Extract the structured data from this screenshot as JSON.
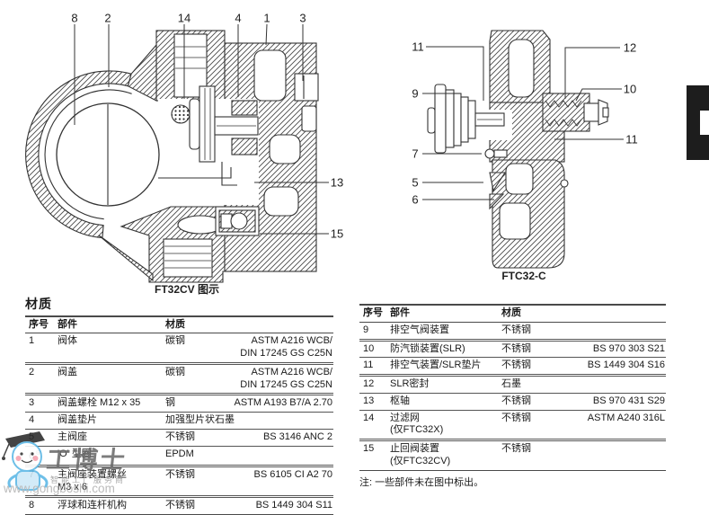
{
  "figures": {
    "ft32cv": {
      "caption": "FT32CV 图示",
      "callouts": [
        "8",
        "2",
        "14",
        "4",
        "1",
        "3",
        "13",
        "15"
      ]
    },
    "ftc32c": {
      "caption": "FTC32-C",
      "callouts": [
        "11",
        "9",
        "7",
        "5",
        "6",
        "12",
        "10",
        "11"
      ]
    }
  },
  "materials": {
    "title": "材质",
    "columns": {
      "no": "序号",
      "part": "部件",
      "material": "材质"
    },
    "left_rows": [
      {
        "no": "1",
        "part": [
          "阀体"
        ],
        "material": "碳钢",
        "spec": [
          "ASTM A216 WCB/",
          "DIN 17245 GS C25N"
        ],
        "dbl": true
      },
      {
        "no": "2",
        "part": [
          "阀盖"
        ],
        "material": "碳钢",
        "spec": [
          "ASTM A216 WCB/",
          "DIN 17245 GS C25N"
        ],
        "dbl": true
      },
      {
        "no": "3",
        "part": [
          "阀盖螺栓 M12 x 35"
        ],
        "material": "钢",
        "spec": [
          "ASTM A193 B7/A 2.70"
        ]
      },
      {
        "no": "4",
        "part": [
          "阀盖垫片"
        ],
        "material": "加强型片状石墨",
        "spec": []
      },
      {
        "no": "5",
        "part": [
          "主阀座"
        ],
        "material": "不锈钢",
        "spec": [
          "BS 3146 ANC 2"
        ]
      },
      {
        "no": "6",
        "sym": "⊛",
        "part": [
          "'O' 型圈"
        ],
        "material": "EPDM",
        "spec": [],
        "dbl": true
      },
      {
        "no": "7",
        "part": [
          "主阀座装置螺丝",
          "M3 x 6"
        ],
        "material": "不锈钢",
        "spec": [
          "BS 6105 CI A2 70"
        ],
        "dbl": true
      },
      {
        "no": "8",
        "part": [
          "浮球和连杆机构"
        ],
        "material": "不锈钢",
        "spec": [
          "BS 1449 304 S11"
        ]
      }
    ],
    "right_rows": [
      {
        "no": "9",
        "part": [
          "排空气阀装置"
        ],
        "material": "不锈钢",
        "spec": [],
        "dbl": true
      },
      {
        "no": "10",
        "part": [
          "防汽锁装置(SLR)"
        ],
        "material": "不锈钢",
        "spec": [
          "BS 970 303 S21"
        ]
      },
      {
        "no": "11",
        "part": [
          "排空气装置/SLR垫片"
        ],
        "material": "不锈钢",
        "spec": [
          "BS 1449 304 S16"
        ],
        "dbl": true
      },
      {
        "no": "12",
        "part": [
          "SLR密封"
        ],
        "material": "石墨",
        "spec": []
      },
      {
        "no": "13",
        "part": [
          "枢轴"
        ],
        "material": "不锈钢",
        "spec": [
          "BS 970 431 S29"
        ]
      },
      {
        "no": "14",
        "part": [
          "过滤网",
          "(仅FTC32X)"
        ],
        "material": "不锈钢",
        "spec": [
          "ASTM A240 316L"
        ],
        "dbl": true
      },
      {
        "no": "15",
        "part": [
          "止回阀装置",
          "(仅FTC32CV)"
        ],
        "material": "不锈钢",
        "spec": []
      }
    ],
    "note": "注: 一些部件未在图中标出。"
  },
  "watermark": {
    "brand": "工博士",
    "tagline": "智能工厂服务商",
    "url": "www.gongboshi.com"
  }
}
